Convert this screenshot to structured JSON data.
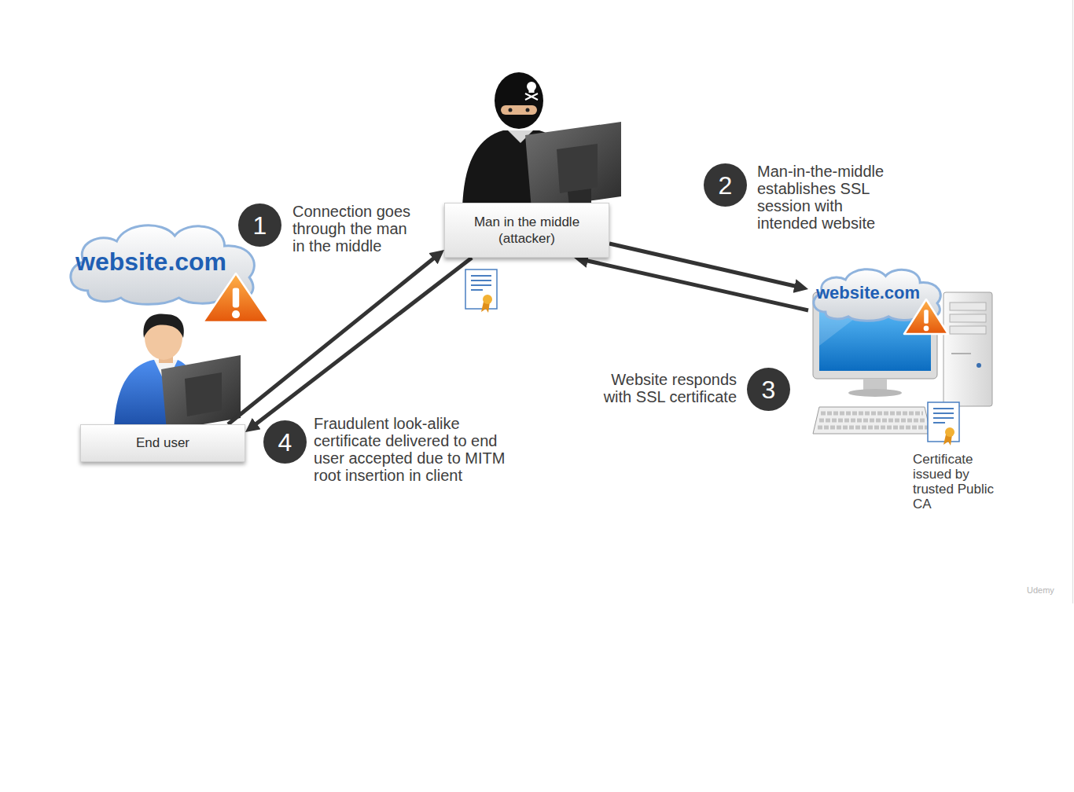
{
  "diagram": {
    "nodes": [
      {
        "text": [
          "Man in the middle (attacker)"
        ]
      },
      {
        "text": [
          "website.com"
        ]
      },
      {
        "text": [
          "website.com"
        ]
      },
      {
        "text": [
          "End user"
        ]
      }
    ],
    "edges": [
      {
        "from": 3,
        "to": 0,
        "arrow": "to"
      },
      {
        "from": 0,
        "to": 2,
        "arrow": "to"
      },
      {
        "from": 2,
        "to": 0,
        "arrow": "to"
      },
      {
        "from": 0,
        "to": 3,
        "arrow": "to"
      }
    ],
    "labels": [
      "1",
      "Connection goes through the man in the middle",
      "2",
      "Man-in-the-middle establishes SSL session with intended website",
      "3",
      "Website responds with SSL certificate",
      "4",
      "Fraudulent look-alike certificate delivered to end user accepted due to MITM root insertion in client",
      "Certificate issued by trusted Public CA",
      "Udemy"
    ]
  }
}
